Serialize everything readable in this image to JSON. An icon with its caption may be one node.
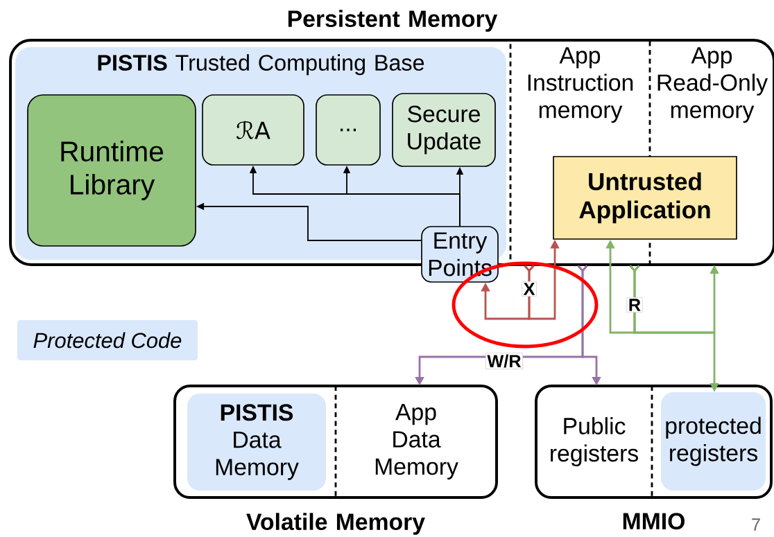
{
  "diagram": {
    "nodes": [
      {
        "text": [
          "Persistent Memory"
        ]
      },
      {
        "text": [
          "**PISTIS** Trusted Computing Base"
        ],
        "in": 0
      },
      {
        "text": [
          "Runtime Library"
        ],
        "in": 1
      },
      {
        "text": [
          "ℛA"
        ],
        "in": 1
      },
      {
        "text": [
          "..."
        ],
        "in": 1
      },
      {
        "text": [
          "Secure Update"
        ],
        "in": 1
      },
      {
        "text": [
          "Entry Points"
        ]
      },
      {
        "text": [
          "App Instruction memory"
        ],
        "in": 0
      },
      {
        "text": [
          "App Read-Only memory"
        ],
        "in": 0
      },
      {
        "text": [
          "Untrusted Application"
        ],
        "in": 0
      },
      {
        "text": [
          "Volatile Memory"
        ]
      },
      {
        "text": [
          "**PISTIS** Data Memory"
        ],
        "in": 10
      },
      {
        "text": [
          "App Data Memory"
        ],
        "in": 10
      },
      {
        "text": [
          "MMIO"
        ]
      },
      {
        "text": [
          "Public registers"
        ],
        "in": 13
      },
      {
        "text": [
          "protected registers"
        ],
        "in": 13
      }
    ],
    "edges": [
      {
        "from": 6,
        "to": 2,
        "arrow": "to"
      },
      {
        "from": 6,
        "to": 3,
        "arrow": "to"
      },
      {
        "from": 6,
        "to": 4,
        "arrow": "to"
      },
      {
        "from": 6,
        "to": 5,
        "arrow": "to"
      },
      {
        "from": 7,
        "to": 6,
        "arrow": "to",
        "label": "X",
        "color": "#b85450"
      },
      {
        "from": 7,
        "to": 9,
        "arrow": "to",
        "color": "#b85450"
      },
      {
        "from": 7,
        "to": 12,
        "arrow": "to",
        "label": "W/R",
        "color": "#9673a6"
      },
      {
        "from": 7,
        "to": 14,
        "arrow": "to",
        "color": "#9673a6"
      },
      {
        "from": 7,
        "to": 9,
        "arrow": "to",
        "label": "R",
        "color": "#82b366"
      },
      {
        "from": 7,
        "to": 8,
        "arrow": "to",
        "color": "#82b366"
      },
      {
        "from": 7,
        "to": 15,
        "arrow": "to",
        "color": "#82b366"
      }
    ],
    "labels": [
      "7"
    ],
    "legend": [
      {
        "text": "Protected Code",
        "color": "#dae8fc"
      }
    ]
  }
}
